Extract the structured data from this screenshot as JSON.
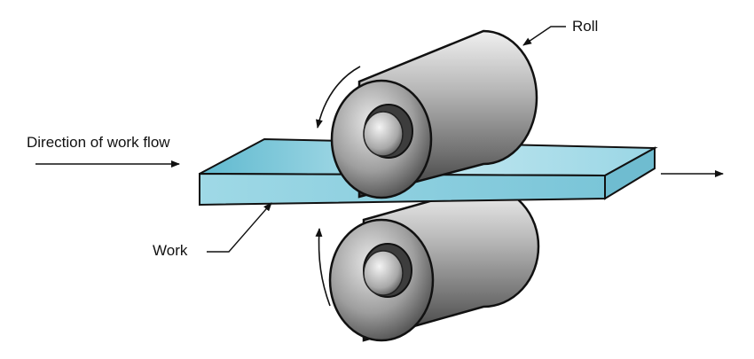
{
  "labels": {
    "roll": "Roll",
    "direction": "Direction of work flow",
    "work": "Work"
  },
  "colors": {
    "work_top": "#a9dde9",
    "work_front": "#7cc6d8",
    "work_edge": "#2f8aa3",
    "roll_light": "#e6e6e6",
    "roll_mid": "#9a9a9a",
    "roll_dark": "#3d3d3d",
    "outline": "#111111"
  }
}
